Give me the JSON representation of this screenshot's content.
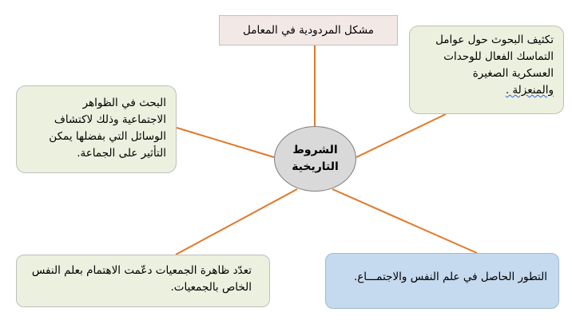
{
  "diagram": {
    "center": {
      "line1": "الشروط",
      "line2": "التاريخية"
    },
    "nodes": {
      "top": {
        "text": "مشكل المردودية في المعامل"
      },
      "top_right": {
        "lines": [
          "تكثيف البحوث حول عوامل",
          "التماسك الفعال للوحدات",
          "العسكرية الصغيرة",
          "والمنعزلة ."
        ]
      },
      "left": {
        "lines": [
          "البحث في الظواهر",
          "الاجتماعية وذلك لاكتشاف",
          "الوسائل التي بفضلها يمكن",
          "التأثير على الجماعة."
        ]
      },
      "bottom_left": {
        "lines": [
          "تعدّد ظاهرة الجمعيات دعّمت الاهتمام بعلم النفس",
          "الخاص بالجمعيات."
        ]
      },
      "bottom_right": {
        "text": "التطور الحاصل في علم النفس والاجتمـــاع."
      }
    },
    "colors": {
      "connector": "#e0782a",
      "green_fill": "#ebf1de",
      "blue_fill": "#c5d9ef",
      "center_fill": "#d9d9d9",
      "top_fill": "#f2e9e6"
    }
  }
}
